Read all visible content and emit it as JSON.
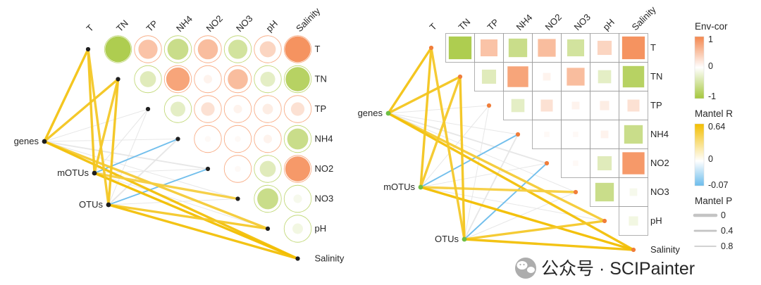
{
  "figure": {
    "watermark_text": "公众号 · SCIPainter"
  },
  "chart_data": {
    "type": "heatmap",
    "title": "",
    "description": "Paired Mantel-test correlation plots: upper-triangle environmental correlation matrix (left: circles, right: squares) linked by Mantel R edges from community datasets genes, mOTUs and OTUs.",
    "variables": [
      "T",
      "TN",
      "TP",
      "NH4",
      "NO2",
      "NO3",
      "pH",
      "Salinity"
    ],
    "node_labels": [
      "genes",
      "mOTUs",
      "OTUs"
    ],
    "env_correlation_upper_triangle": {
      "rows": [
        "T",
        "TN",
        "TP",
        "NH4",
        "NO2",
        "NO3",
        "pH"
      ],
      "cols_note": "each row lists r values versus the variables to its right, ending at Salinity",
      "values": [
        [
          -0.9,
          0.5,
          -0.6,
          0.55,
          -0.5,
          0.35,
          0.9
        ],
        [
          -0.35,
          0.75,
          0.1,
          0.55,
          -0.3,
          -0.8
        ],
        [
          -0.3,
          0.25,
          0.1,
          0.15,
          0.25
        ],
        [
          0.05,
          0.05,
          0.1,
          -0.6
        ],
        [
          0.05,
          -0.35,
          0.85
        ],
        [
          -0.6,
          -0.1
        ],
        [
          -0.15
        ]
      ]
    },
    "mantel_edges": [
      {
        "from": "genes",
        "to": "T",
        "r": 0.55,
        "p": 0
      },
      {
        "from": "genes",
        "to": "TN",
        "r": 0.5,
        "p": 0
      },
      {
        "from": "genes",
        "to": "TP",
        "r": 0.08,
        "p": 0.8
      },
      {
        "from": "genes",
        "to": "NH4",
        "r": 0.06,
        "p": 0.8
      },
      {
        "from": "genes",
        "to": "NO2",
        "r": 0.1,
        "p": 0.4
      },
      {
        "from": "genes",
        "to": "NO3",
        "r": 0.1,
        "p": 0.8
      },
      {
        "from": "genes",
        "to": "pH",
        "r": 0.4,
        "p": 0
      },
      {
        "from": "genes",
        "to": "Salinity",
        "r": 0.6,
        "p": 0
      },
      {
        "from": "mOTUs",
        "to": "T",
        "r": 0.5,
        "p": 0
      },
      {
        "from": "mOTUs",
        "to": "TN",
        "r": 0.45,
        "p": 0
      },
      {
        "from": "mOTUs",
        "to": "TP",
        "r": 0.1,
        "p": 0.8
      },
      {
        "from": "mOTUs",
        "to": "NH4",
        "r": -0.05,
        "p": 0.4
      },
      {
        "from": "mOTUs",
        "to": "NO2",
        "r": 0.1,
        "p": 0.8
      },
      {
        "from": "mOTUs",
        "to": "NO3",
        "r": 0.35,
        "p": 0
      },
      {
        "from": "mOTUs",
        "to": "pH",
        "r": 0.1,
        "p": 0.8
      },
      {
        "from": "mOTUs",
        "to": "Salinity",
        "r": 0.64,
        "p": 0
      },
      {
        "from": "OTUs",
        "to": "T",
        "r": 0.45,
        "p": 0
      },
      {
        "from": "OTUs",
        "to": "TN",
        "r": 0.5,
        "p": 0
      },
      {
        "from": "OTUs",
        "to": "TP",
        "r": 0.08,
        "p": 0.8
      },
      {
        "from": "OTUs",
        "to": "NH4",
        "r": 0.1,
        "p": 0.4
      },
      {
        "from": "OTUs",
        "to": "NO2",
        "r": -0.07,
        "p": 0.4
      },
      {
        "from": "OTUs",
        "to": "NO3",
        "r": 0.1,
        "p": 0.8
      },
      {
        "from": "OTUs",
        "to": "pH",
        "r": 0.45,
        "p": 0
      },
      {
        "from": "OTUs",
        "to": "Salinity",
        "r": 0.6,
        "p": 0
      }
    ],
    "legends": {
      "env_cor": {
        "title": "Env-cor",
        "tick_labels": [
          "1",
          "0",
          "-1"
        ],
        "positive_color": "#F4874E",
        "negative_color": "#A5C73C"
      },
      "mantel_r": {
        "title": "Mantel R",
        "tick_labels": [
          "0.64",
          "0",
          "-0.07"
        ],
        "positive_color": "#F3BE00",
        "weak_color": "#E6E6E6",
        "negative_color": "#6BBCEC"
      },
      "mantel_p": {
        "title": "Mantel P",
        "tick_labels": [
          "0",
          "0.4",
          "0.8"
        ],
        "line_color": "#C4C4C4"
      }
    },
    "panels": [
      {
        "name": "circle-panel",
        "glyph": "circle"
      },
      {
        "name": "square-panel",
        "glyph": "square"
      }
    ]
  }
}
